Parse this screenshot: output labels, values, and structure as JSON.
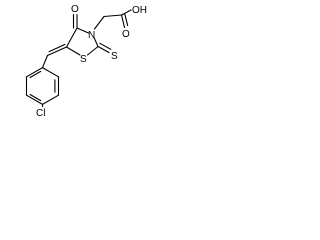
{
  "structure": {
    "labels": {
      "cl": "Cl",
      "s_ring": "S",
      "n": "N",
      "s_thione": "S",
      "o_ketone": "O",
      "oh": "OH",
      "o_acid": "O"
    },
    "colors": {
      "ink": "#000000",
      "background": "#ffffff"
    }
  }
}
